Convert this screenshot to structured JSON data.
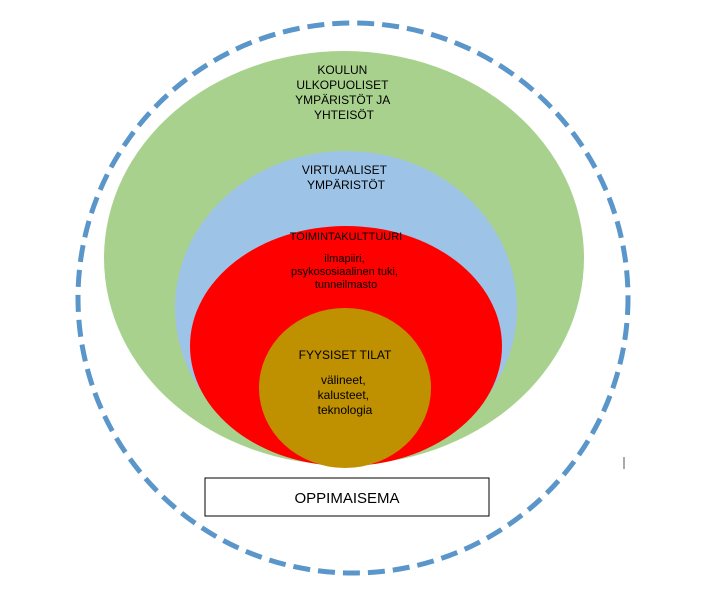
{
  "colors": {
    "dashed_ring": "#5a96c9",
    "outer_circle": "#a9d18e",
    "virtual_circle": "#9dc3e6",
    "culture_circle": "#ff0000",
    "physical_circle": "#bf9000",
    "box_border": "#000000",
    "box_fill": "#ffffff"
  },
  "layers": {
    "outer": {
      "title_lines": [
        "KOULUN",
        "ULKOPUOLISET",
        "YMPÄRISTÖT JA",
        "YHTEISÖT"
      ]
    },
    "virtual": {
      "title_lines": [
        "VIRTUAALISET",
        "YMPÄRISTÖT"
      ]
    },
    "culture": {
      "title": "TOIMINTAKULTTUURI",
      "detail_lines": [
        "ilmapiiri,",
        "psykososiaalinen tuki,",
        "tunneilmasto"
      ]
    },
    "physical": {
      "title": "FYYSISET TILAT",
      "detail_lines": [
        "välineet,",
        "kalusteet,",
        "teknologia"
      ]
    }
  },
  "bottom_box": {
    "label": "OPPIMAISEMA"
  }
}
